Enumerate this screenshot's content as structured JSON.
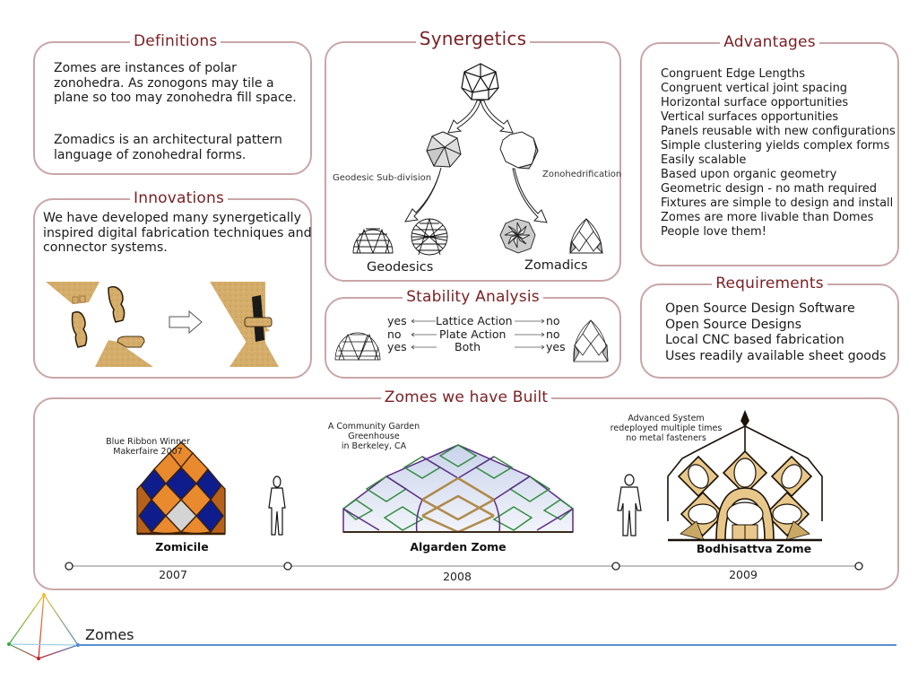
{
  "colors": {
    "panel_border": "#c9a6a8",
    "title": "#7a1f24",
    "footer_rule": "#5b8fd1",
    "zomicile_orange": "#e98a2e",
    "zomicile_blue": "#0f1d8c",
    "zomicile_gray": "#d4d4d4",
    "algarden_purple": "#5b2a86",
    "algarden_green": "#2e8a3a",
    "bodhisattva_wood": "#e8c88a"
  },
  "definitions": {
    "title": "Definitions",
    "paragraphs": [
      "Zomes are instances of polar zonohedra. As zonogons may tile a plane so too may zonohedra fill space.",
      "Zomadics is an architectural pattern language of zonohedral forms."
    ]
  },
  "innovations": {
    "title": "Innovations",
    "text": "We have developed many synergetically inspired digital fabrication techniques and connector systems."
  },
  "synergetics": {
    "title": "Synergetics",
    "left_branch_label": "Geodesic Sub-division",
    "right_branch_label": "Zonohedrification",
    "left_result": "Geodesics",
    "right_result": "Zomadics"
  },
  "stability": {
    "title": "Stability Analysis",
    "rows": [
      {
        "label": "Lattice Action",
        "geodesic": "yes",
        "zome": "no"
      },
      {
        "label": "Plate Action",
        "geodesic": "no",
        "zome": "no"
      },
      {
        "label": "Both",
        "geodesic": "yes",
        "zome": "yes"
      }
    ]
  },
  "advantages": {
    "title": "Advantages",
    "items": [
      "Congruent Edge Lengths",
      "Congruent vertical joint spacing",
      "Horizontal surface opportunities",
      "Vertical surfaces opportunities",
      "Panels reusable with new configurations",
      "Simple clustering yields complex forms",
      "Easily scalable",
      "Based upon organic geometry",
      "Geometric design - no math required",
      "Fixtures are simple to design and install",
      "Zomes are more livable than Domes",
      "People love them!"
    ]
  },
  "requirements": {
    "title": "Requirements",
    "items": [
      "Open Source Design Software",
      "Open Source Designs",
      "Local CNC based fabrication",
      "Uses readily available sheet goods"
    ]
  },
  "built": {
    "title": "Zomes we have Built",
    "projects": [
      {
        "name": "Zomicile",
        "year": "2007",
        "caption": [
          "Blue Ribbon Winner",
          "Makerfaire 2007"
        ]
      },
      {
        "name": "Algarden Zome",
        "year": "2008",
        "caption": [
          "A Community Garden",
          "Greenhouse",
          "in Berkeley, CA"
        ]
      },
      {
        "name": "Bodhisattva Zome",
        "year": "2009",
        "caption": [
          "Advanced System",
          "redeployed multiple times",
          "no metal fasteners"
        ]
      }
    ]
  },
  "footer": {
    "title": "Zomes",
    "logo": "tetrahedron-logo"
  }
}
